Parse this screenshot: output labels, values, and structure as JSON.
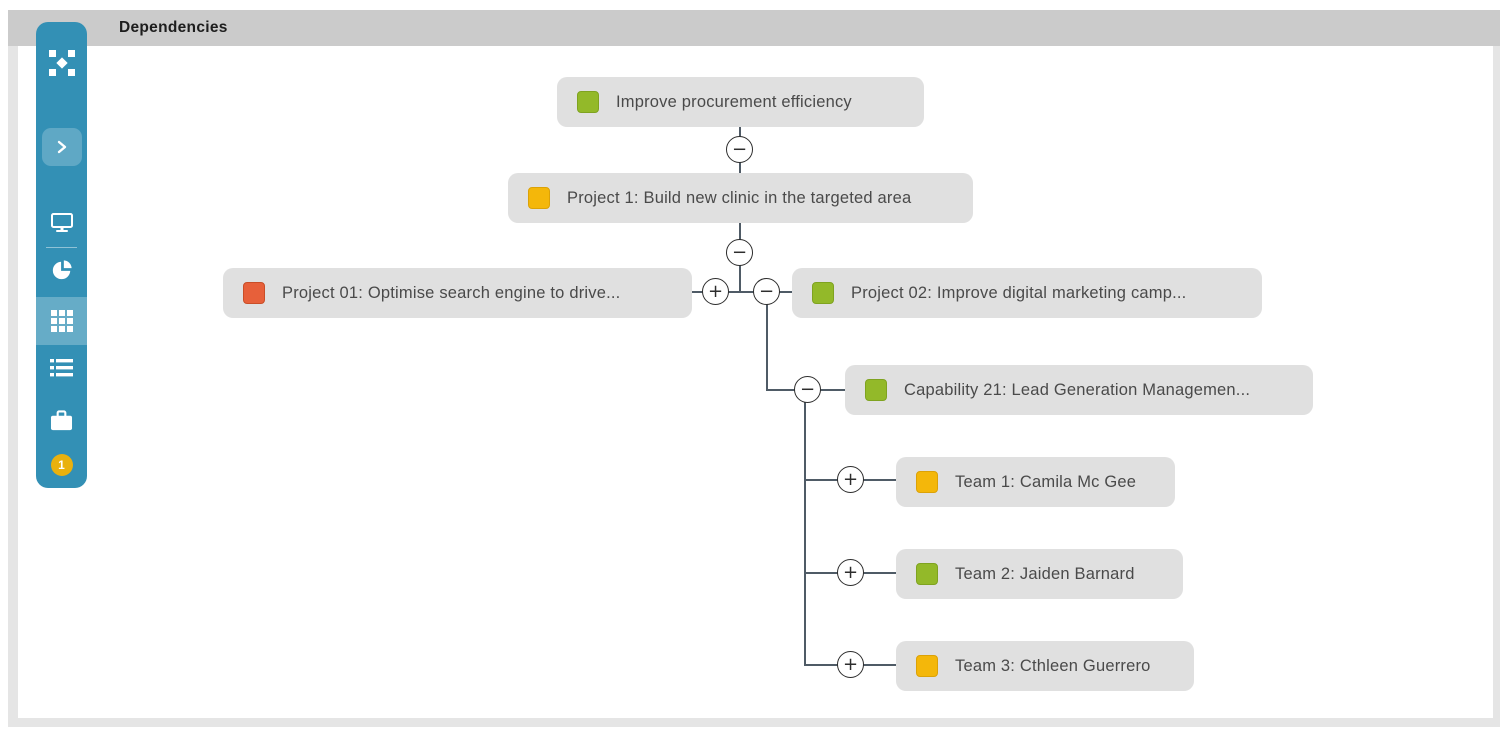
{
  "header": {
    "title": "Dependencies"
  },
  "sidebar": {
    "badge_count": "1",
    "icon_names": [
      "app-logo",
      "expand-sidebar-chevron",
      "monitor-icon",
      "pie-chart-icon",
      "grid-icon",
      "list-icon",
      "briefcase-icon",
      "notification-badge"
    ],
    "active_item": "grid",
    "colors": {
      "background": "#3390b5",
      "active_highlight": "#5aa7c4",
      "badge": "#e9b10e"
    }
  },
  "tree": {
    "line_color": "#4f5b66",
    "node_background": "#e0e0e0",
    "status_colors": {
      "green": "#93b929",
      "yellow": "#f4b70a",
      "orange": "#e7603a"
    },
    "nodes": [
      {
        "label": "Improve procurement efficiency",
        "status": "green",
        "status_color": "#93b929",
        "status_border": "#7fa320"
      },
      {
        "label": "Project 1: Build new clinic in the targeted area",
        "status": "yellow",
        "status_color": "#f4b70a",
        "status_border": "#dca207"
      },
      {
        "label": "Project 01: Optimise search engine to drive...",
        "status": "orange",
        "status_color": "#e7603a",
        "status_border": "#c94e28"
      },
      {
        "label": "Project 02: Improve digital marketing camp...",
        "status": "green",
        "status_color": "#93b929",
        "status_border": "#7fa320"
      },
      {
        "label": "Capability 21: Lead Generation Managemen...",
        "status": "green",
        "status_color": "#93b929",
        "status_border": "#7fa320"
      },
      {
        "label": "Team 1: Camila Mc Gee",
        "status": "yellow",
        "status_color": "#f4b70a",
        "status_border": "#dca207"
      },
      {
        "label": "Team 2: Jaiden Barnard",
        "status": "green",
        "status_color": "#93b929",
        "status_border": "#7fa320"
      },
      {
        "label": "Team 3: Cthleen Guerrero",
        "status": "yellow",
        "status_color": "#f4b70a",
        "status_border": "#dca207"
      }
    ],
    "toggles": [
      {
        "symbol": "−",
        "type": "collapse"
      },
      {
        "symbol": "−",
        "type": "collapse"
      },
      {
        "symbol": "+",
        "type": "expand"
      },
      {
        "symbol": "−",
        "type": "collapse"
      },
      {
        "symbol": "−",
        "type": "collapse"
      },
      {
        "symbol": "+",
        "type": "expand"
      },
      {
        "symbol": "+",
        "type": "expand"
      },
      {
        "symbol": "+",
        "type": "expand"
      }
    ]
  }
}
